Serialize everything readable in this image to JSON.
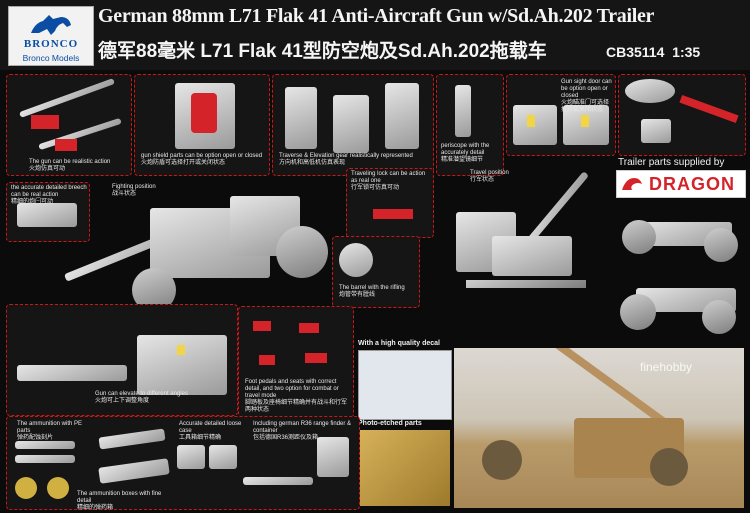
{
  "brand": {
    "name": "BRONCO",
    "subtitle": "Bronco Models"
  },
  "title_en": "German 88mm L71 Flak 41 Anti-Aircraft Gun w/Sd.Ah.202 Trailer",
  "title_cn": "德军88毫米 L71 Flak 41型防空炮及Sd.Ah.202拖载车",
  "product_code": "CB35114",
  "scale": "1:35",
  "captions": {
    "realistic_action": "The gun can be realistic action",
    "realistic_action_cn": "火炮仿真可动",
    "gun_shield": "gun shield parts can be option open or closed",
    "gun_shield_cn": "火炮防盾可选择打开或关闭状态",
    "traverse": "Traverse & Elevation gear realistically represented",
    "traverse_cn": "方向机和高低机仿真表现",
    "periscope": "periscope with the accurately detail",
    "periscope_cn": "精准潜望镜细节",
    "sight_door": "Gun sight door can be option open or closed",
    "sight_door_cn": "火炮瞄准门可选择打开或关闭状态",
    "trailer_supplied": "Trailer parts supplied by",
    "dragon": "DRAGON",
    "breech": "the accurate detailed breech can be real action",
    "breech_cn": "精细的炮闩可动",
    "fighting": "Fighting position",
    "fighting_cn": "战斗状态",
    "traveling_lock": "Traveling lock can be action as real one",
    "traveling_lock_cn": "行军锁可仿真可动",
    "travel_position": "Travel position",
    "travel_position_cn": "行军状态",
    "barrel_rifling": "The barrel with the rifling",
    "barrel_rifling_cn": "炮管带有膛线",
    "elevate": "Gun can elevate to different angles",
    "elevate_cn": "火炮可上下调整角度",
    "foot_pedals": "Foot pedals and seats with correct detail, and two option for combat or travel mode",
    "foot_pedals_cn": "脚踏板及座椅细节精确并有战斗和行军两种状态",
    "ammo_pe": "The ammunition with PE parts",
    "ammo_pe_cn": "弹药配蚀刻片",
    "loose_case": "Accurate detailed loose case",
    "loose_case_cn": "工具箱细节精确",
    "range_finder": "Including german R36 range finder & container",
    "range_finder_cn": "包括德国R36测距仪及箱",
    "ammo_boxes": "The ammunition boxes with fine detail",
    "ammo_boxes_cn": "精细的弹药箱",
    "decal": "With a high quality decal",
    "photo_etched": "Photo-etched parts",
    "watermark": "finehobby"
  },
  "colors": {
    "accent_red": "#d01515",
    "dragon_red": "#d4242a",
    "bronco_blue": "#0b4da2"
  }
}
